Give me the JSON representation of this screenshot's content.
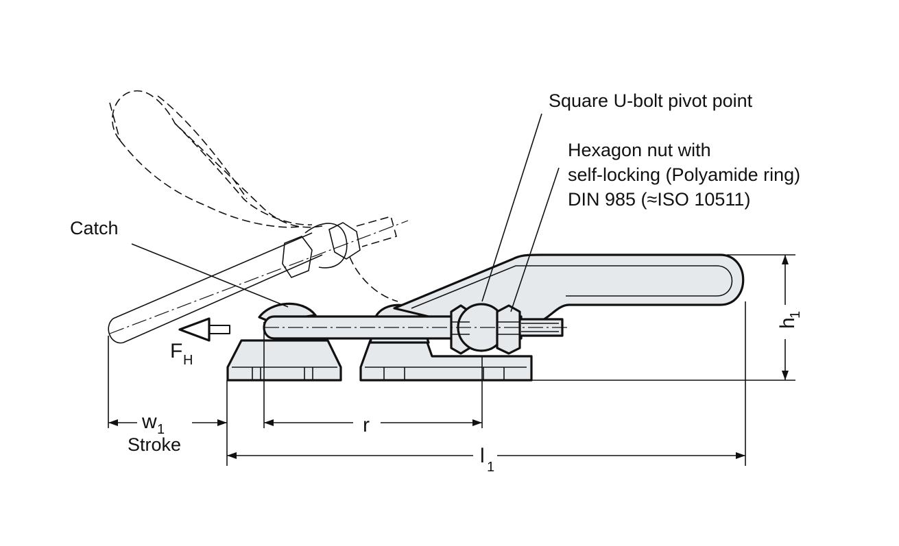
{
  "labels": {
    "catch": "Catch",
    "pivot": "Square U-bolt pivot point",
    "hex_line1": "Hexagon nut with",
    "hex_line2": "self-locking (Polyamide ring)",
    "hex_line3": "DIN 985 (≈ISO 10511)",
    "stroke": "Stroke"
  },
  "dimensions": {
    "force": "F",
    "force_sub": "H",
    "w": "w",
    "w_sub": "1",
    "r": "r",
    "l": "l",
    "l_sub": "1",
    "h": "h",
    "h_sub": "1"
  },
  "colors": {
    "part_fill": "#e6e9ec",
    "line": "#111111"
  }
}
